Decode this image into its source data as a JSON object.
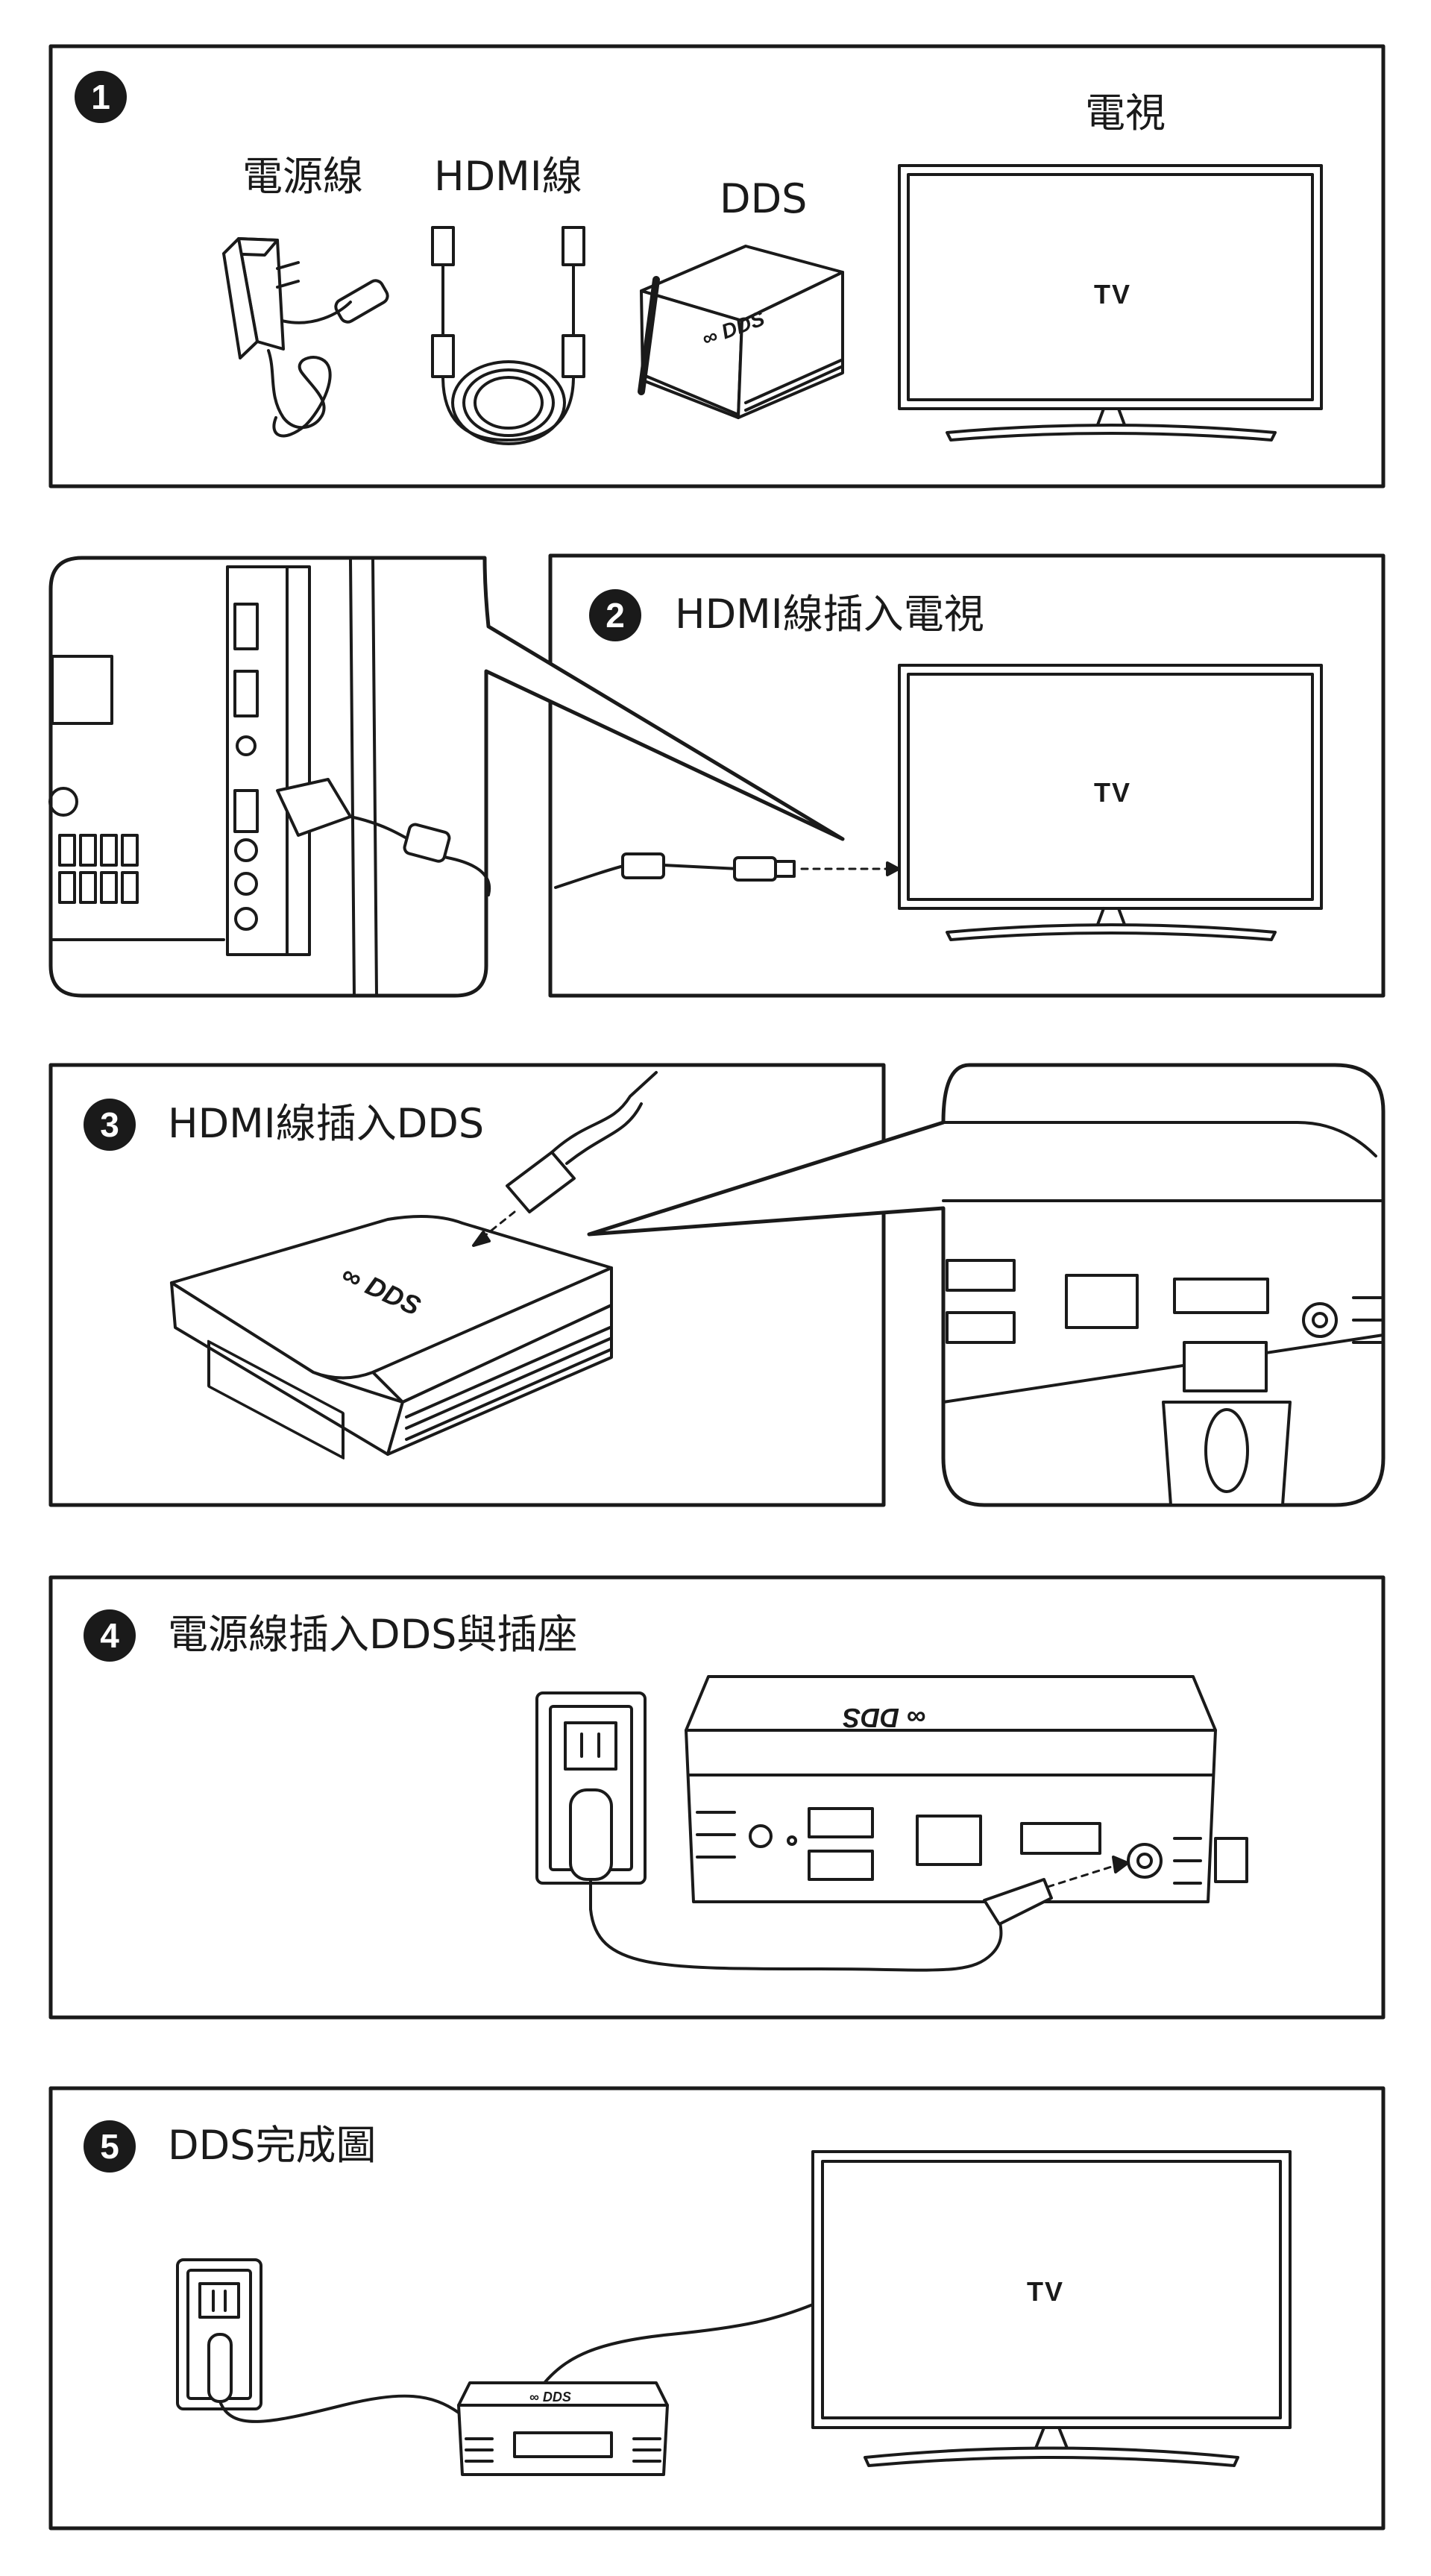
{
  "panel1": {
    "step": "1",
    "labels": {
      "power_cord": "電源線",
      "hdmi_cable": "HDMI線",
      "dds": "DDS",
      "tv_title": "電視"
    },
    "tv_text": "TV",
    "box_logo": "∞ DDS"
  },
  "panel2": {
    "step": "2",
    "title": "HDMI線插入電視",
    "tv_text": "TV"
  },
  "panel3": {
    "step": "3",
    "title": "HDMI線插入DDS",
    "box_logo": "∞ DDS"
  },
  "panel4": {
    "step": "4",
    "title": "電源線插入DDS與插座",
    "box_logo": "∞ DDS"
  },
  "panel5": {
    "step": "5",
    "title": "DDS完成圖",
    "tv_text": "TV",
    "box_logo": "∞ DDS"
  }
}
